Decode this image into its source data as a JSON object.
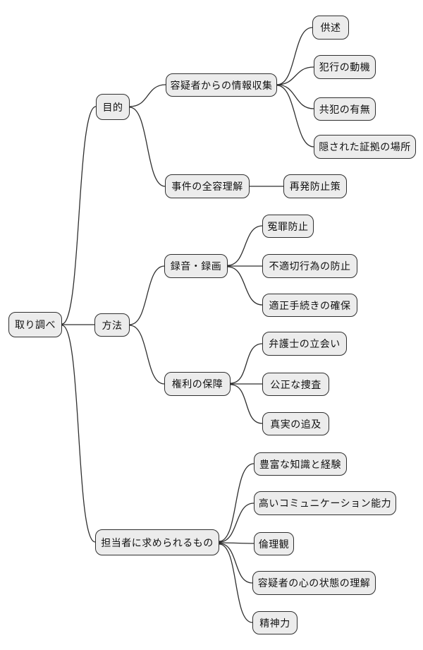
{
  "diagram": {
    "type": "mindmap",
    "orientation": "left-to-right"
  },
  "style": {
    "background": "#ffffff",
    "node_fill": "#ececec",
    "node_border": "#2f2f2f",
    "edge_color": "#2f2f2f",
    "text_color": "#111111"
  },
  "mindmap": {
    "root": {
      "label": "取り調べ",
      "children": [
        {
          "label": "目的",
          "children": [
            {
              "label": "容疑者からの情報収集",
              "children": [
                {
                  "label": "供述"
                },
                {
                  "label": "犯行の動機"
                },
                {
                  "label": "共犯の有無"
                },
                {
                  "label": "隠された証拠の場所"
                }
              ]
            },
            {
              "label": "事件の全容理解",
              "children": [
                {
                  "label": "再発防止策"
                }
              ]
            }
          ]
        },
        {
          "label": "方法",
          "children": [
            {
              "label": "録音・録画",
              "children": [
                {
                  "label": "冤罪防止"
                },
                {
                  "label": "不適切行為の防止"
                },
                {
                  "label": "適正手続きの確保"
                }
              ]
            },
            {
              "label": "権利の保障",
              "children": [
                {
                  "label": "弁護士の立会い"
                },
                {
                  "label": "公正な捜査"
                },
                {
                  "label": "真実の追及"
                }
              ]
            }
          ]
        },
        {
          "label": "担当者に求められるもの",
          "children": [
            {
              "label": "豊富な知識と経験"
            },
            {
              "label": "高いコミュニケーション能力"
            },
            {
              "label": "倫理観"
            },
            {
              "label": "容疑者の心の状態の理解"
            },
            {
              "label": "精神力"
            }
          ]
        }
      ]
    }
  }
}
